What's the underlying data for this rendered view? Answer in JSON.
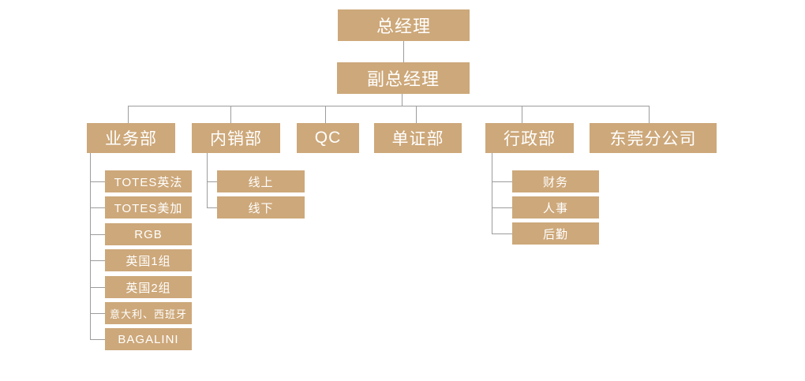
{
  "org_chart": {
    "root": {
      "label": "总经理"
    },
    "deputy": {
      "label": "副总经理"
    },
    "departments": [
      {
        "label": "业务部",
        "children": [
          {
            "label": "TOTES英法"
          },
          {
            "label": "TOTES美加"
          },
          {
            "label": "RGB"
          },
          {
            "label": "英国1组"
          },
          {
            "label": "英国2组"
          },
          {
            "label": "意大利、西班牙"
          },
          {
            "label": "BAGALINI"
          }
        ]
      },
      {
        "label": "内销部",
        "children": [
          {
            "label": "线上"
          },
          {
            "label": "线下"
          }
        ]
      },
      {
        "label": "QC",
        "children": []
      },
      {
        "label": "单证部",
        "children": []
      },
      {
        "label": "行政部",
        "children": [
          {
            "label": "财务"
          },
          {
            "label": "人事"
          },
          {
            "label": "后勤"
          }
        ]
      },
      {
        "label": "东莞分公司",
        "children": []
      }
    ],
    "colors": {
      "node_fill": "#CDA87A",
      "node_text": "#FFFFFF",
      "connector_line": "#9C9C9C",
      "background": "#FFFFFF"
    }
  }
}
